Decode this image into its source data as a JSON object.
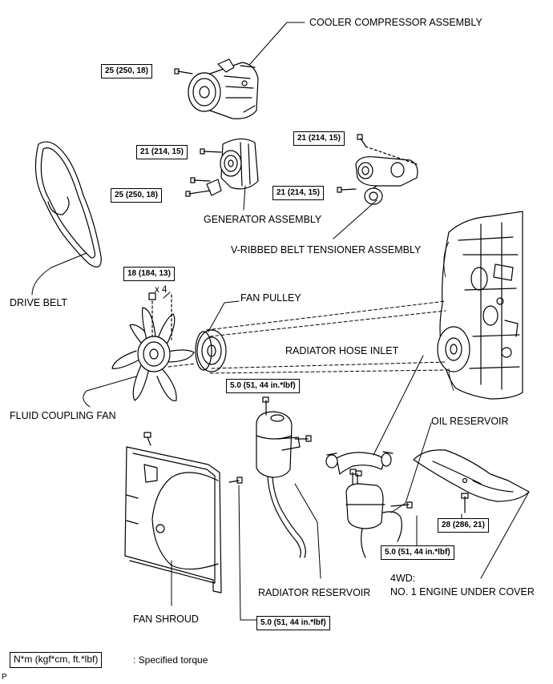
{
  "labels": {
    "cooler_compressor": "COOLER COMPRESSOR ASSEMBLY",
    "generator": "GENERATOR ASSEMBLY",
    "tensioner": "V-RIBBED BELT TENSIONER ASSEMBLY",
    "drive_belt": "DRIVE BELT",
    "fan_pulley": "FAN PULLEY",
    "radiator_hose_inlet": "RADIATOR HOSE INLET",
    "fluid_coupling_fan": "FLUID COUPLING FAN",
    "oil_reservoir": "OIL RESERVOIR",
    "radiator_reservoir": "RADIATOR RESERVOIR",
    "fan_shroud": "FAN SHROUD",
    "under_cover_4wd": "4WD:",
    "under_cover_name": "NO. 1 ENGINE UNDER COVER",
    "quantity": "x 4"
  },
  "torques": {
    "compressor_bolt": "25 (250, 18)",
    "generator_upper": "21 (214, 15)",
    "generator_lower": "25 (250, 18)",
    "tensioner_upper": "21 (214, 15)",
    "tensioner_lower": "21 (214, 15)",
    "fan_nut": "18 (184, 13)",
    "radiator_reservoir": "5.0 (51, 44 in.*lbf)",
    "oil_reservoir": "5.0 (51, 44 in.*lbf)",
    "under_cover": "28 (286, 21)",
    "fan_shroud": "5.0 (51, 44 in.*lbf)"
  },
  "legend": {
    "unit_box": "N*m (kgf*cm, ft.*lbf)",
    "description": ": Specified torque"
  },
  "corner_mark": "P"
}
